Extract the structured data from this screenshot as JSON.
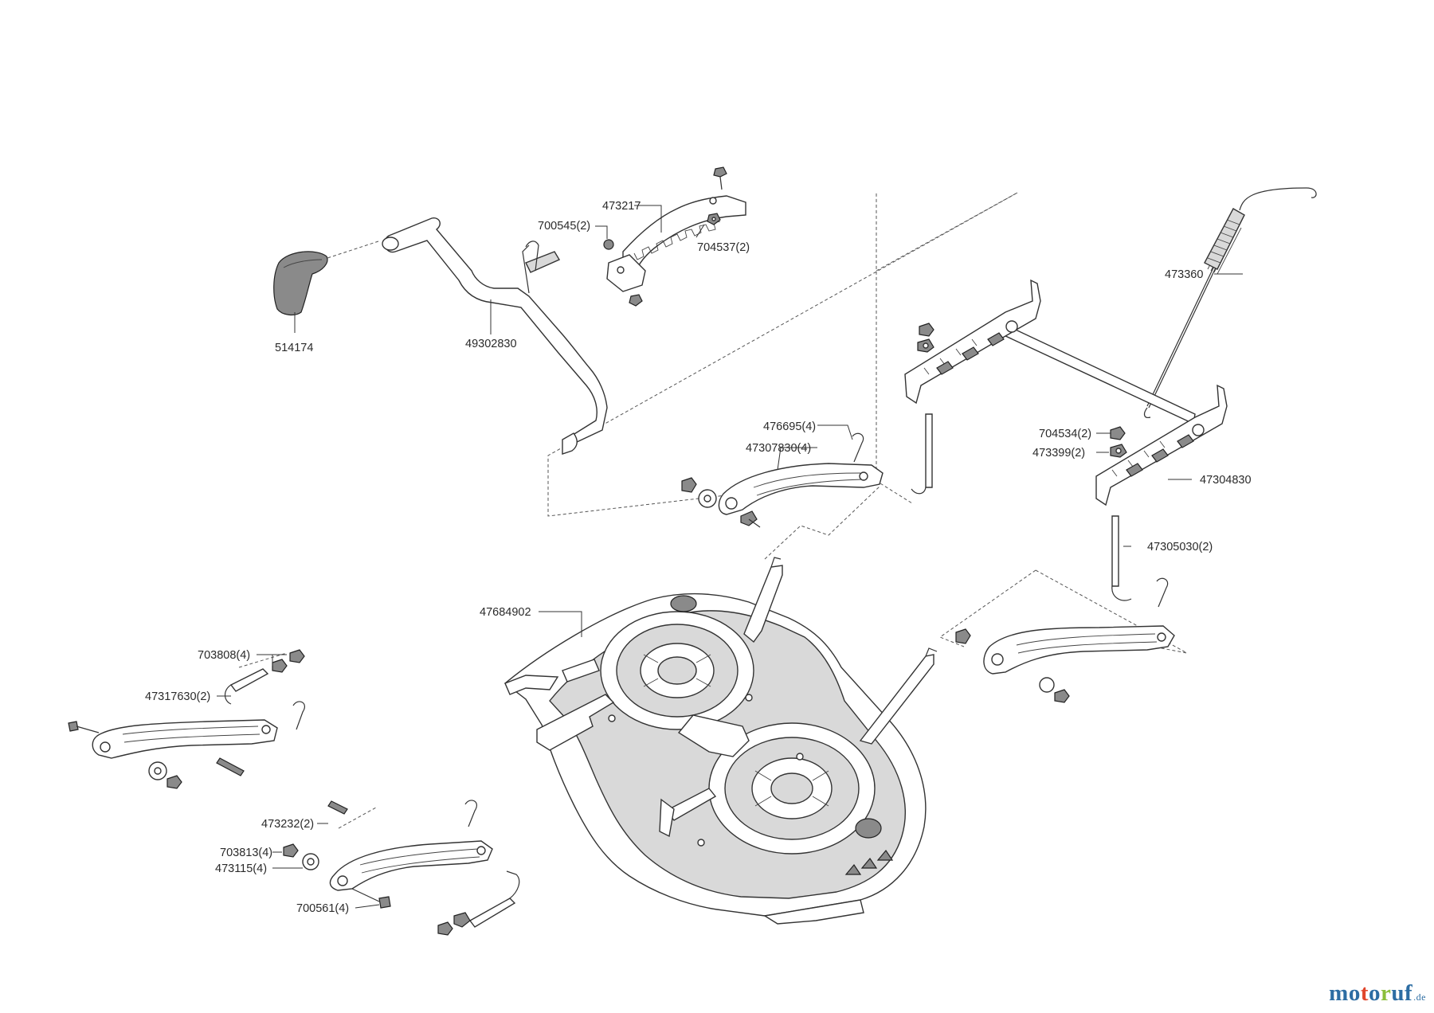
{
  "brand": {
    "part1": "mo",
    "part2": "t",
    "part3": "o",
    "part4": "r",
    "part5": "uf",
    "tld": ".de"
  },
  "labels": {
    "p514174": "514174",
    "p49302830": "49302830",
    "p473217": "473217",
    "p700545": "700545(2)",
    "p704537": "704537(2)",
    "p473360": "473360",
    "p476695": "476695(4)",
    "p47307830": "47307830(4)",
    "p704534": "704534(2)",
    "p473399": "473399(2)",
    "p47304830": "47304830",
    "p47305030": "47305030(2)",
    "p47684902": "47684902",
    "p703808": "703808(4)",
    "p47317630": "47317630(2)",
    "p473232": "473232(2)",
    "p703813": "703813(4)",
    "p473115": "473115(4)",
    "p700561": "700561(4)"
  },
  "colors": {
    "line": "#333333",
    "part_fill": "#ffffff",
    "part_shade": "#d9d9d9",
    "brand_blue": "#2d6da3",
    "brand_red": "#e0452b",
    "brand_green": "#8bbf3a"
  }
}
